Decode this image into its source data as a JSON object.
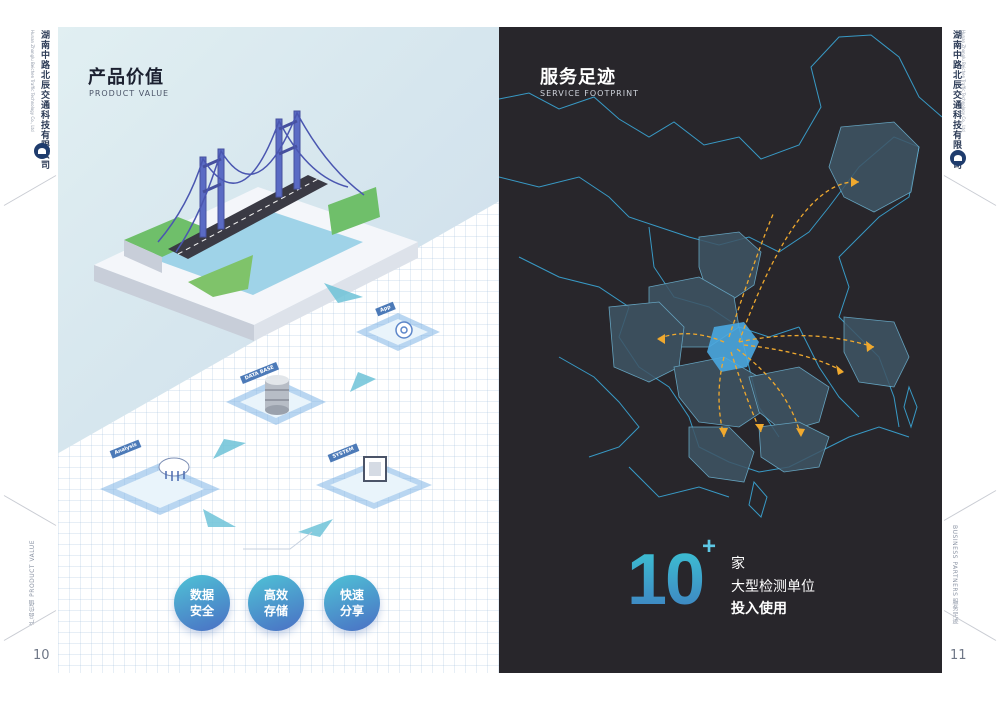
{
  "company": {
    "name_vertical": "湖南中路北辰交通科技有限公司",
    "name_en_small": "Hunan Zhonglu Beichen Traffic Technology Co., Ltd"
  },
  "left_page": {
    "title_cn": "产品价值",
    "title_en": "PRODUCT VALUE",
    "side_label": "产品价值 PRODUCT VALUE",
    "page_number": "10",
    "modules": [
      {
        "label": "App"
      },
      {
        "label": "DATA BASE"
      },
      {
        "label": "Analysis"
      },
      {
        "label": "SYSTEM"
      }
    ],
    "bubbles": [
      {
        "line1": "数据",
        "line2": "安全"
      },
      {
        "line1": "高效",
        "line2": "存储"
      },
      {
        "line1": "快速",
        "line2": "分享"
      }
    ]
  },
  "right_page": {
    "title_cn": "服务足迹",
    "title_en": "SERVICE FOOTPRINT",
    "side_label": "BUSINESS PARTNERS 服务足迹",
    "page_number": "11",
    "stat": {
      "number": "10",
      "plus": "+",
      "unit": "家",
      "line1": "大型检测单位",
      "line2": "投入使用"
    }
  },
  "colors": {
    "accent_cyan": "#3cc4d4",
    "accent_blue": "#4a6fc4",
    "dark_bg": "#28262b",
    "map_line": "#3aa6d6",
    "arrow": "#f0a92e"
  }
}
